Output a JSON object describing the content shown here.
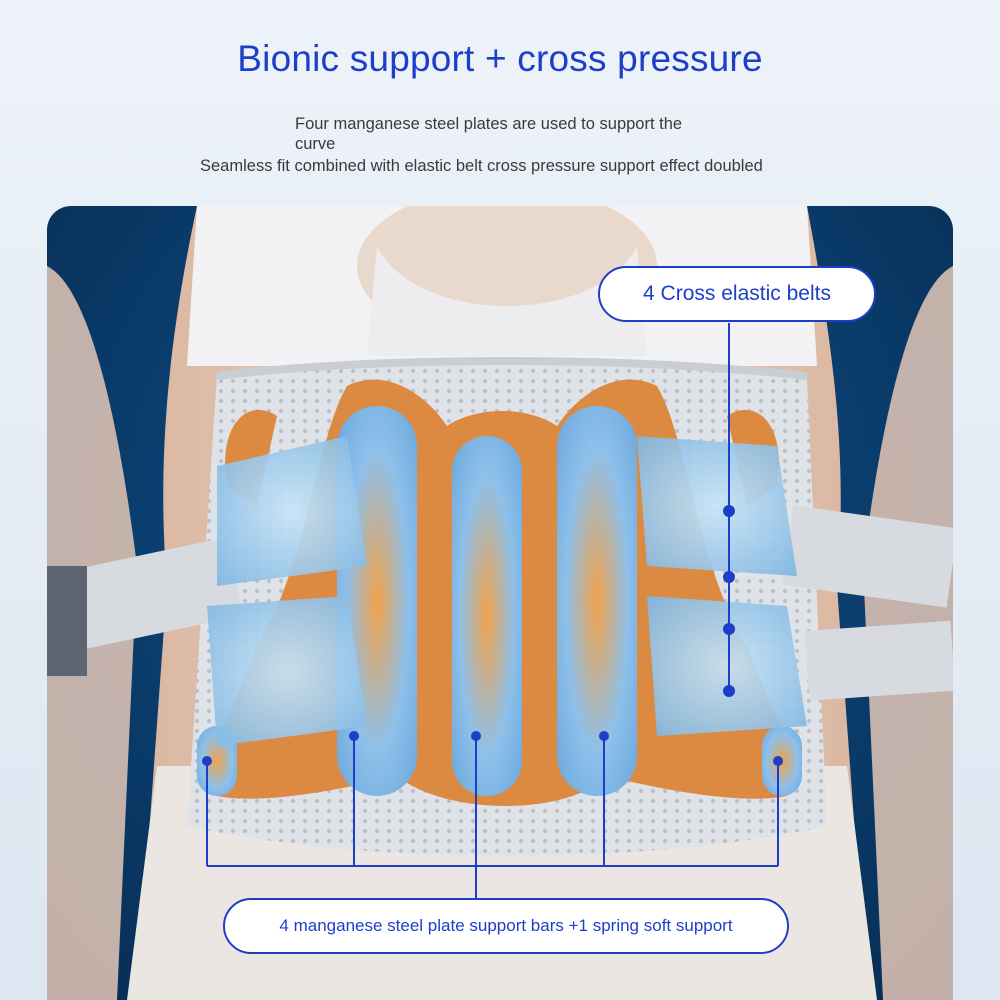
{
  "header": {
    "title": "Bionic support + cross pressure",
    "line1": "Four manganese steel plates are used to support the curve",
    "line2": "Seamless fit combined with elastic belt cross pressure support effect doubled"
  },
  "callouts": {
    "belts": "4 Cross elastic belts",
    "plates": "4 manganese steel plate support bars +1 spring soft support"
  },
  "colors": {
    "accent": "#1d3fc7",
    "background_photo": "#0a3e6e",
    "plate_orange": "#e08a3c",
    "belt_blue": "#8fc3ea"
  }
}
